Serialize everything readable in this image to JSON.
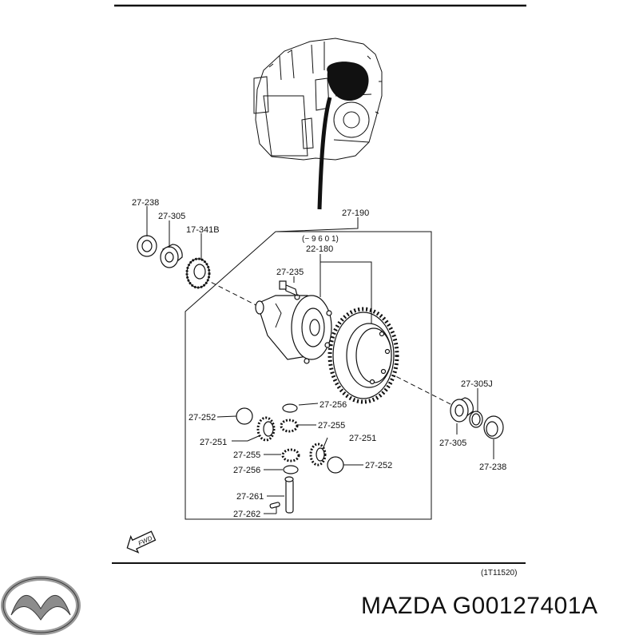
{
  "labels": {
    "p27_238_top": "27-238",
    "p27_305_top": "27-305",
    "p17_341b": "17-341B",
    "p27_190": "27-190",
    "serial_note": "(− 9 6 0 1)",
    "p22_180": "22-180",
    "p27_235": "27-235",
    "p27_256_a": "27-256",
    "p27_252_a": "27-252",
    "p27_255_a": "27-255",
    "p27_251_a": "27-251",
    "p27_251_b": "27-251",
    "p27_255_b": "27-255",
    "p27_256_b": "27-256",
    "p27_252_b": "27-252",
    "p27_261": "27-261",
    "p27_262": "27-262",
    "p27_305j": "27-305J",
    "p27_305_right": "27-305",
    "p27_238_right": "27-238"
  },
  "fwd_label": "FWD",
  "figure_ref": "(1T11520)",
  "brand_logo": "mazda-logo",
  "caption": "MAZDA G00127401A"
}
